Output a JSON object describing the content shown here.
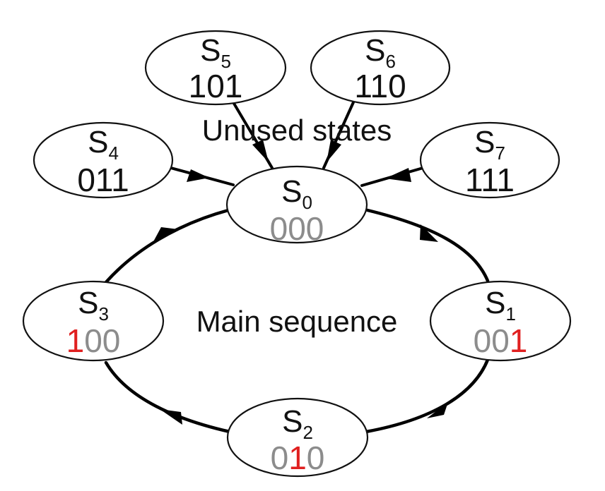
{
  "colors": {
    "active_bit": "#e02020",
    "inactive_bit": "#8c8c8c",
    "fixed_bit": "#111111",
    "line": "#000000"
  },
  "labels": {
    "unused": "Unused states",
    "main": "Main sequence"
  },
  "states": [
    {
      "id": "s0",
      "name": "S",
      "sub": "0",
      "bits": [
        {
          "v": "0",
          "c": "inactive"
        },
        {
          "v": "0",
          "c": "inactive"
        },
        {
          "v": "0",
          "c": "inactive"
        }
      ]
    },
    {
      "id": "s1",
      "name": "S",
      "sub": "1",
      "bits": [
        {
          "v": "0",
          "c": "inactive"
        },
        {
          "v": "0",
          "c": "inactive"
        },
        {
          "v": "1",
          "c": "active"
        }
      ]
    },
    {
      "id": "s2",
      "name": "S",
      "sub": "2",
      "bits": [
        {
          "v": "0",
          "c": "inactive"
        },
        {
          "v": "1",
          "c": "active"
        },
        {
          "v": "0",
          "c": "inactive"
        }
      ]
    },
    {
      "id": "s3",
      "name": "S",
      "sub": "3",
      "bits": [
        {
          "v": "1",
          "c": "active"
        },
        {
          "v": "0",
          "c": "inactive"
        },
        {
          "v": "0",
          "c": "inactive"
        }
      ]
    },
    {
      "id": "s4",
      "name": "S",
      "sub": "4",
      "bits": [
        {
          "v": "0",
          "c": "fixed"
        },
        {
          "v": "1",
          "c": "fixed"
        },
        {
          "v": "1",
          "c": "fixed"
        }
      ]
    },
    {
      "id": "s5",
      "name": "S",
      "sub": "5",
      "bits": [
        {
          "v": "1",
          "c": "fixed"
        },
        {
          "v": "0",
          "c": "fixed"
        },
        {
          "v": "1",
          "c": "fixed"
        }
      ]
    },
    {
      "id": "s6",
      "name": "S",
      "sub": "6",
      "bits": [
        {
          "v": "1",
          "c": "fixed"
        },
        {
          "v": "1",
          "c": "fixed"
        },
        {
          "v": "0",
          "c": "fixed"
        }
      ]
    },
    {
      "id": "s7",
      "name": "S",
      "sub": "7",
      "bits": [
        {
          "v": "1",
          "c": "fixed"
        },
        {
          "v": "1",
          "c": "fixed"
        },
        {
          "v": "1",
          "c": "fixed"
        }
      ]
    }
  ],
  "transitions": [
    {
      "from": "S0",
      "to": "S1"
    },
    {
      "from": "S1",
      "to": "S2"
    },
    {
      "from": "S2",
      "to": "S3"
    },
    {
      "from": "S3",
      "to": "S0"
    },
    {
      "from": "S4",
      "to": "S0"
    },
    {
      "from": "S5",
      "to": "S0"
    },
    {
      "from": "S6",
      "to": "S0"
    },
    {
      "from": "S7",
      "to": "S0"
    }
  ]
}
